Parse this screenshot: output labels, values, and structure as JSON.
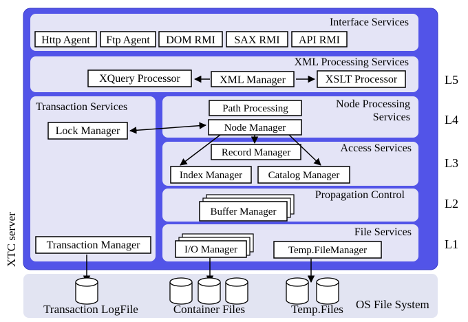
{
  "server_label": "XTC server",
  "os_layer": "OS File System",
  "layers": {
    "l5": "L5",
    "l4": "L4",
    "l3": "L3",
    "l2": "L2",
    "l1": "L1"
  },
  "interface": {
    "title": "Interface Services",
    "items": [
      "Http Agent",
      "Ftp Agent",
      "DOM RMI",
      "SAX RMI",
      "API RMI"
    ]
  },
  "xml": {
    "title": "XML Processing Services",
    "xquery": "XQuery Processor",
    "manager": "XML Manager",
    "xslt": "XSLT Processor"
  },
  "transaction": {
    "title": "Transaction Services",
    "lock": "Lock Manager",
    "manager": "Transaction Manager"
  },
  "node": {
    "title_line1": "Node Processing",
    "title_line2": "Services",
    "path": "Path Processing",
    "manager": "Node Manager"
  },
  "access": {
    "title": "Access Services",
    "record": "Record Manager",
    "index": "Index Manager",
    "catalog": "Catalog Manager"
  },
  "propagation": {
    "title": "Propagation Control",
    "buffer": "Buffer Manager"
  },
  "file": {
    "title": "File Services",
    "io": "I/O Manager",
    "temp": "Temp.FileManager"
  },
  "storage": {
    "log": "Transaction LogFile",
    "container": "Container Files",
    "temp": "Temp.Files"
  },
  "colors": {
    "server": "#5254E8",
    "panel": "#E4E4F6",
    "os_band": "#E2E4F2"
  }
}
